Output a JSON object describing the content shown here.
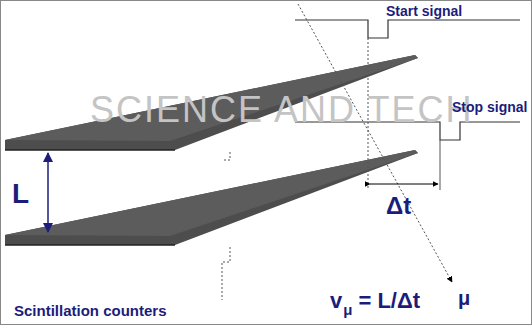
{
  "diagram": {
    "labels": [
      "SCIENCE AND TECH",
      "Start signal",
      "Stop signal",
      "L",
      "μ",
      "Δt",
      "Scintillation counters",
      "v",
      "μ",
      "= L/Δt"
    ]
  }
}
